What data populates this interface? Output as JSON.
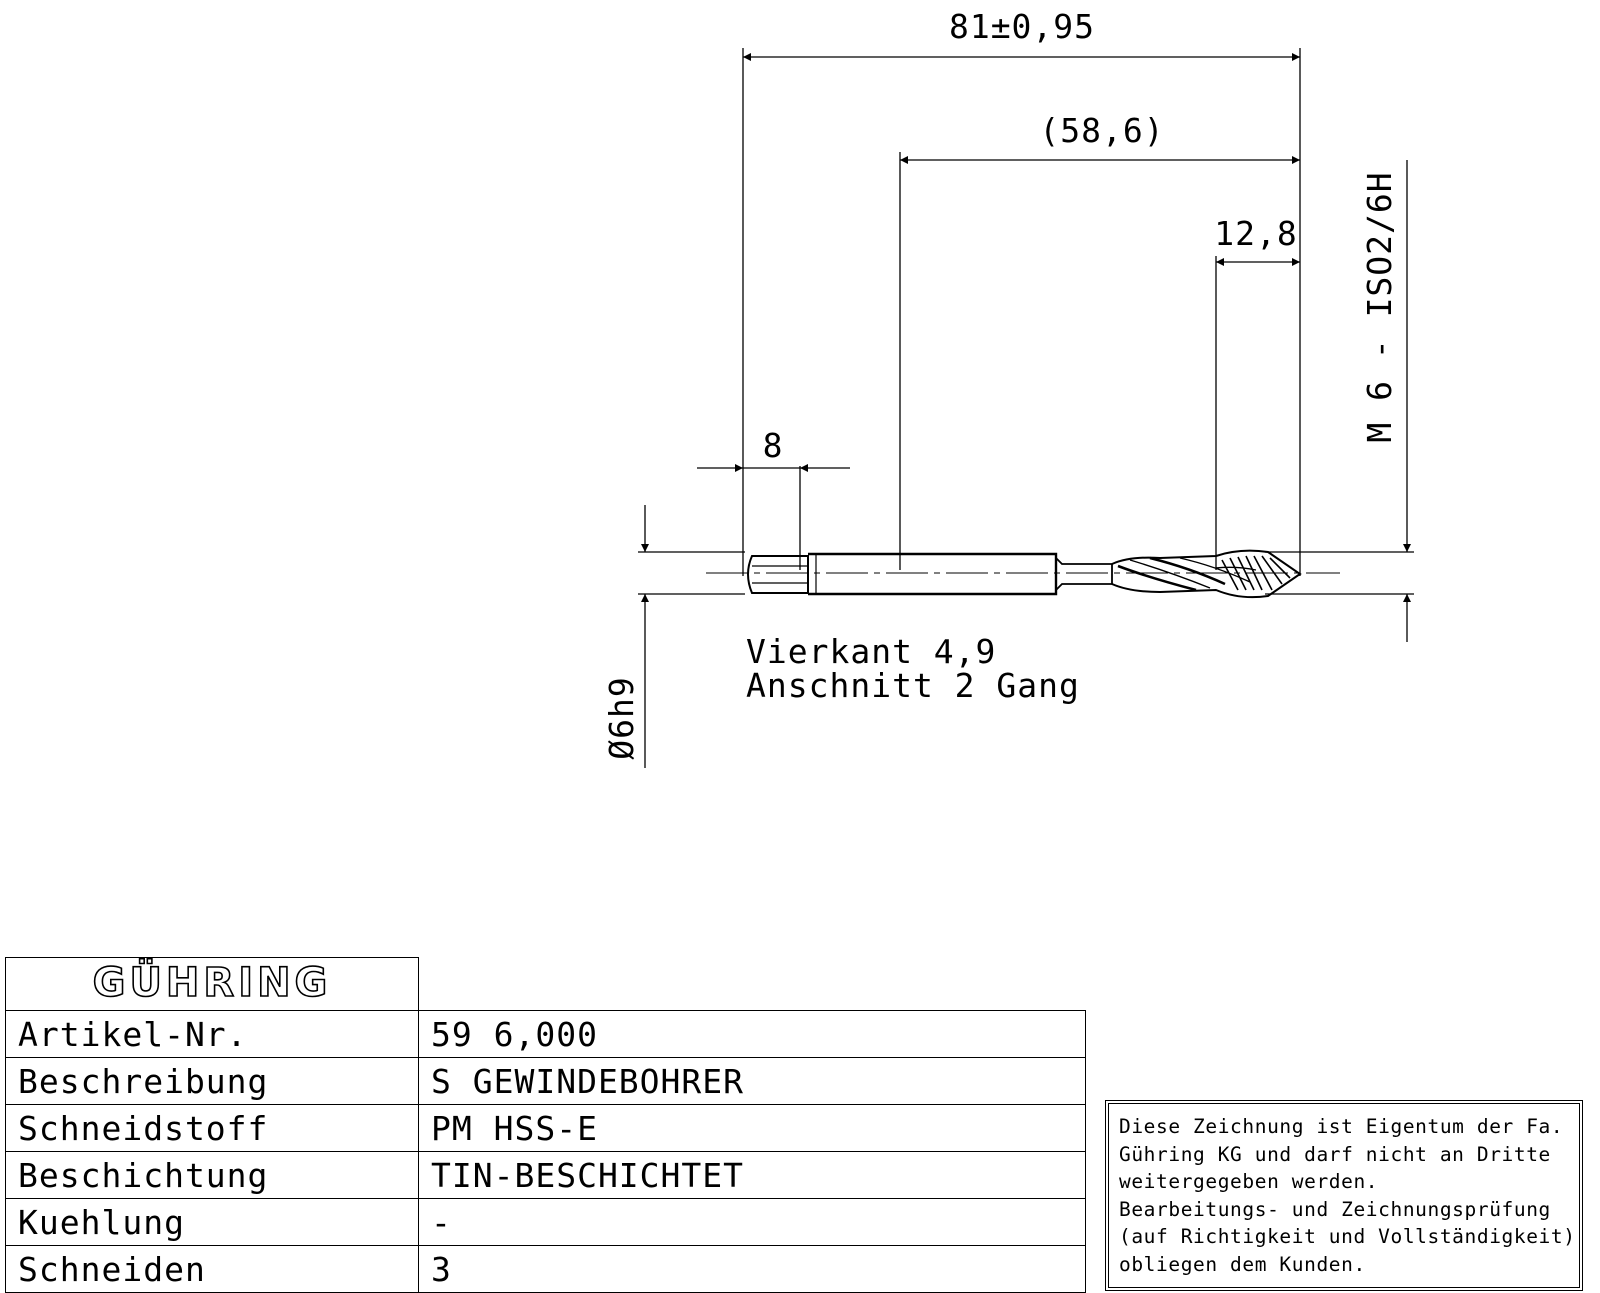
{
  "dimensions": {
    "overall_length": "81±0,95",
    "shank_to_tip": "(58,6)",
    "thread_length": "12,8",
    "square_length": "8",
    "thread_spec": "M 6 - ISO2/6H",
    "shank_diameter": "Ø6h9"
  },
  "notes": {
    "line1": "Vierkant 4,9",
    "line2": "Anschnitt 2 Gang"
  },
  "title_block": {
    "logo": "GÜHRING",
    "rows": [
      {
        "label": "Artikel-Nr.",
        "value": "59 6,000"
      },
      {
        "label": "Beschreibung",
        "value": "S GEWINDEBOHRER"
      },
      {
        "label": "Schneidstoff",
        "value": "PM HSS-E"
      },
      {
        "label": "Beschichtung",
        "value": "TIN-BESCHICHTET"
      },
      {
        "label": "Kuehlung",
        "value": "-"
      },
      {
        "label": "Schneiden",
        "value": "3"
      }
    ]
  },
  "disclaimer": {
    "lines": [
      "Diese Zeichnung ist Eigentum der Fa.",
      "Gühring KG und darf nicht an Dritte",
      "weitergegeben werden.",
      "Bearbeitungs- und Zeichnungsprüfung",
      "(auf Richtigkeit und Vollständigkeit)",
      "obliegen dem Kunden."
    ]
  }
}
